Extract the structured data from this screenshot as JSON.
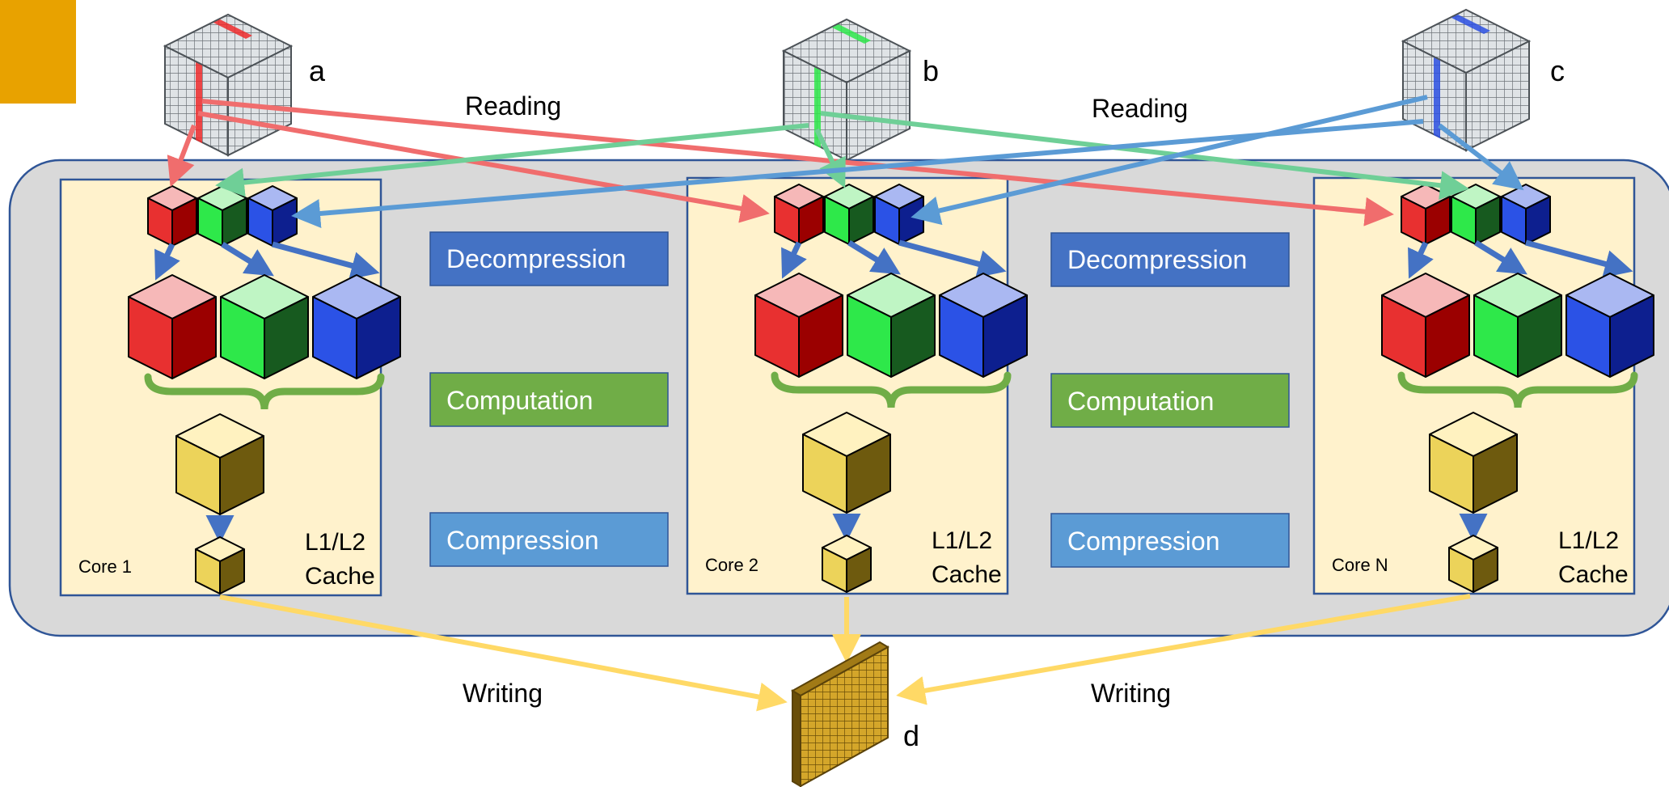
{
  "inputs": [
    {
      "label": "a",
      "color": "#ee2a2a"
    },
    {
      "label": "b",
      "color": "#2ee84a"
    },
    {
      "label": "c",
      "color": "#2b4fe0"
    }
  ],
  "output": {
    "label": "d"
  },
  "reading_labels": [
    "Reading",
    "Reading"
  ],
  "writing_labels": [
    "Writing",
    "Writing"
  ],
  "cores": [
    {
      "name": "Core 1",
      "cache_line1": "L1/L2",
      "cache_line2": "Cache"
    },
    {
      "name": "Core 2",
      "cache_line1": "L1/L2",
      "cache_line2": "Cache"
    },
    {
      "name": "Core N",
      "cache_line1": "L1/L2",
      "cache_line2": "Cache"
    }
  ],
  "stages": [
    [
      {
        "label": "Decompression",
        "color": "#4472c4"
      },
      {
        "label": "Computation",
        "color": "#70ad47"
      },
      {
        "label": "Compression",
        "color": "#5b9bd5"
      }
    ],
    [
      {
        "label": "Decompression",
        "color": "#4472c4"
      },
      {
        "label": "Computation",
        "color": "#70ad47"
      },
      {
        "label": "Compression",
        "color": "#5b9bd5"
      }
    ]
  ],
  "colors": {
    "panel": "#d9d9d9",
    "panel_border": "#2f5597",
    "core_bg": "#fff2cc",
    "core_border": "#2f5597",
    "red_arrow": "#f06d6d",
    "green_arrow": "#6fcf97",
    "blue_arrow": "#5b9bd5",
    "yellow_arrow": "#ffd966",
    "corner_block": "#e8a200"
  }
}
